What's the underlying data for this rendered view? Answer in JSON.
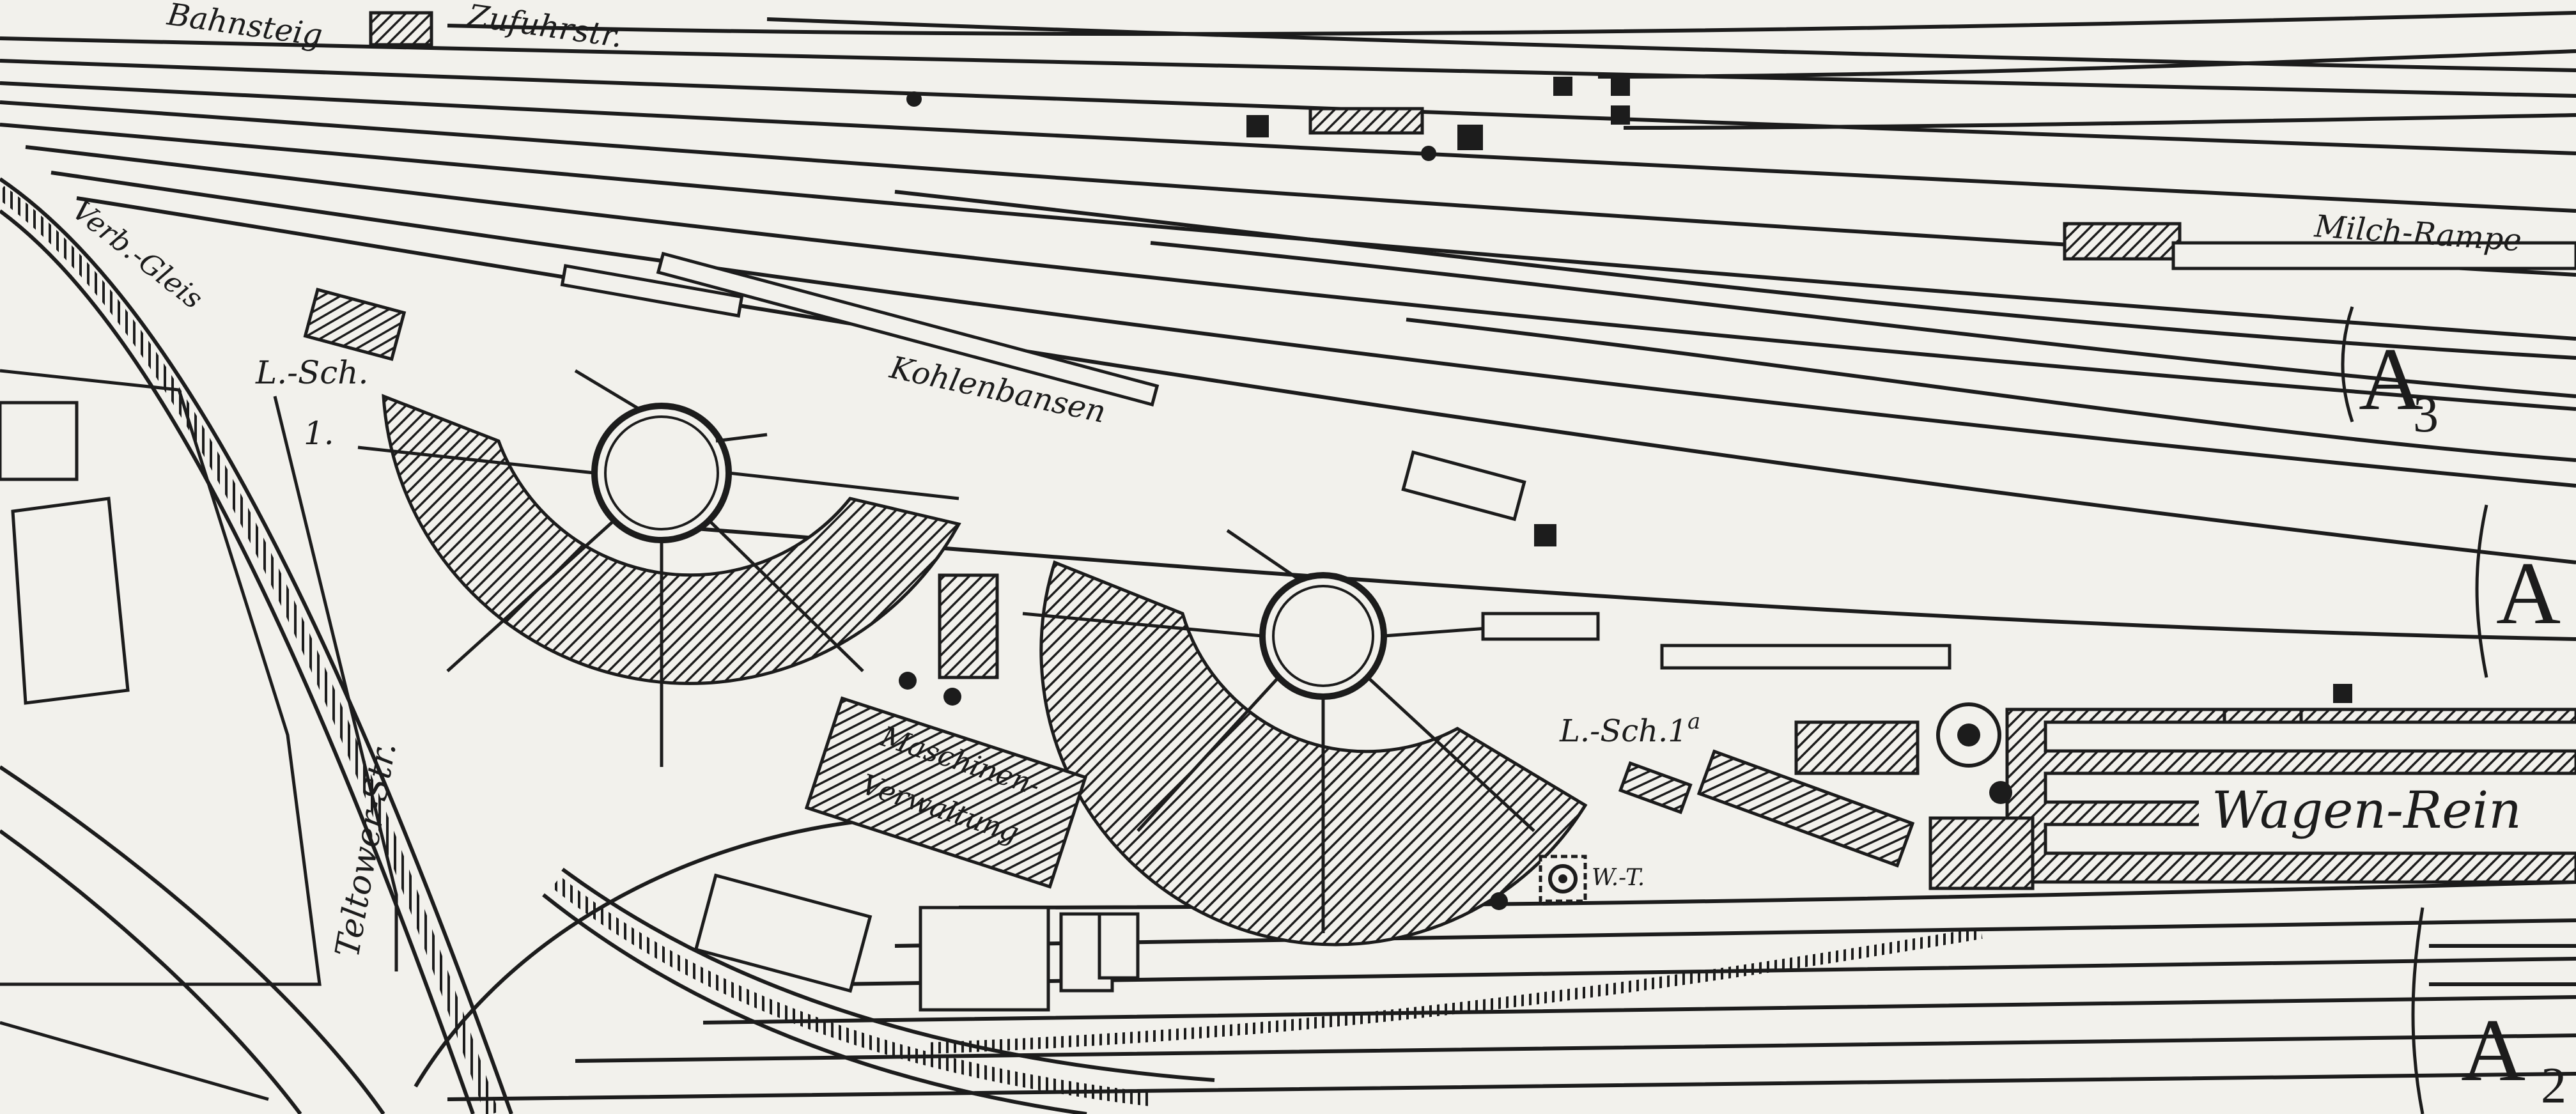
{
  "map": {
    "labels": {
      "bahnsteig": "Bahnsteig",
      "zufuhrstr": "Zufuhrstr.",
      "verb_gleis": "Verb.-Gleis",
      "lsch1": "L.-Sch.",
      "lsch1_num": "1.",
      "kohlenbansen": "Kohlenbansen",
      "milch_rampe": "Milch-Rampe",
      "a3": "A",
      "a3_sub": "3",
      "a1": "A",
      "a2": "A",
      "a2_sub": "2",
      "teltower_str": "Teltower-Str.",
      "maschinen": "Maschinen-",
      "verwaltung": "Verwaltung",
      "lsch1a": "L.-Sch.1",
      "lsch1a_sup": "a",
      "wt": "W.-T.",
      "wagen_rein": "Wagen-Rein"
    },
    "colors": {
      "ink": "#1c1c1c",
      "paper": "#f2f1ec"
    }
  }
}
